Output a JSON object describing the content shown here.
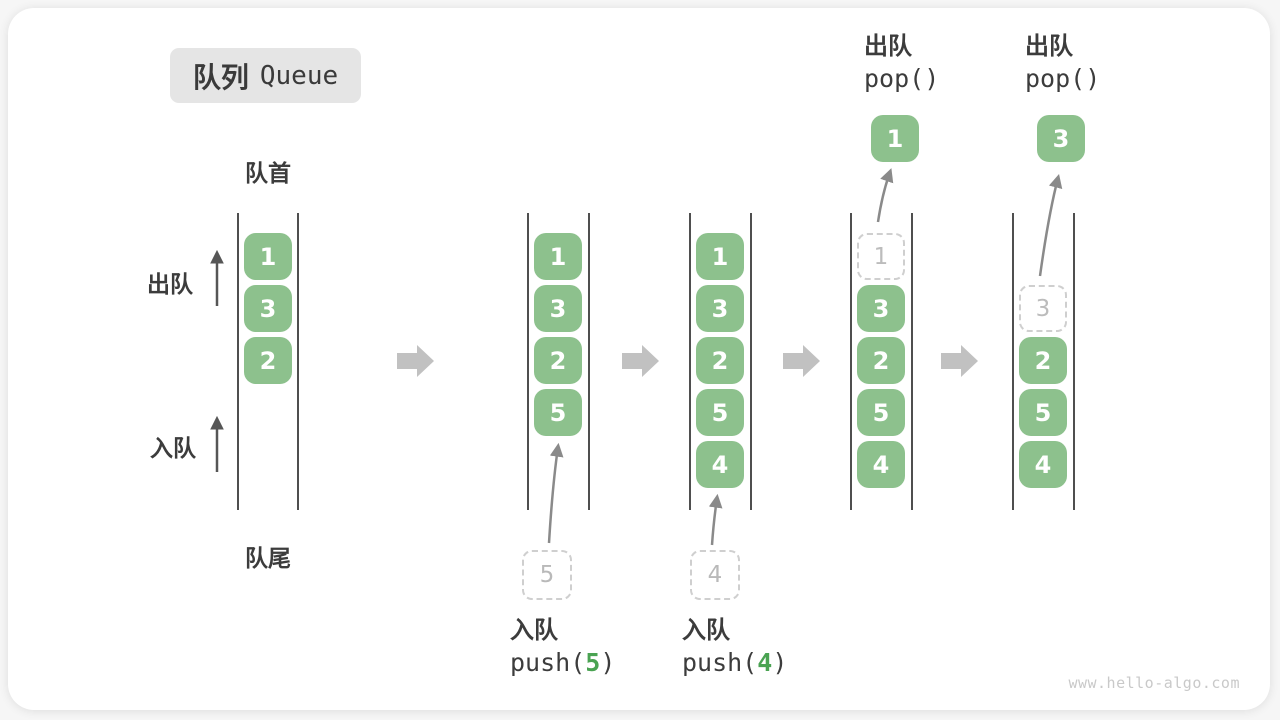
{
  "title": {
    "zh": "队列",
    "en": "Queue"
  },
  "labels": {
    "front": "队首",
    "rear": "队尾",
    "dequeue_side": "出队",
    "enqueue_side": "入队"
  },
  "watermark": "www.hello-algo.com",
  "colors": {
    "item_green": "#8dc18d",
    "code_arg_green": "#4aa352",
    "title_bg": "#e5e5e5",
    "text_dark": "#3c3c3c",
    "guide_line": "#4f4f4f",
    "block_arrow": "#c1c1c1",
    "ghost_border": "#cfcfcf",
    "ghost_text": "#b9b9b9",
    "flow_arrow": "#8a8a8a",
    "watermark": "#c9c9c9"
  },
  "diagram": {
    "states": [
      {
        "boxes": [
          {
            "value": "1"
          },
          {
            "value": "3"
          },
          {
            "value": "2"
          }
        ]
      },
      {
        "boxes": [
          {
            "value": "1"
          },
          {
            "value": "3"
          },
          {
            "value": "2"
          },
          {
            "value": "5"
          }
        ],
        "pending": {
          "value": "5"
        },
        "op": {
          "label": "入队",
          "fn": "push(",
          "arg": "5",
          "close": ")"
        }
      },
      {
        "boxes": [
          {
            "value": "1"
          },
          {
            "value": "3"
          },
          {
            "value": "2"
          },
          {
            "value": "5"
          },
          {
            "value": "4"
          }
        ],
        "pending": {
          "value": "4"
        },
        "op": {
          "label": "入队",
          "fn": "push(",
          "arg": "4",
          "close": ")"
        }
      },
      {
        "ghost": {
          "value": "1"
        },
        "boxes": [
          {
            "value": "3"
          },
          {
            "value": "2"
          },
          {
            "value": "5"
          },
          {
            "value": "4"
          }
        ],
        "popped": {
          "value": "1"
        },
        "op": {
          "label": "出队",
          "fn": "pop()",
          "arg": "",
          "close": ""
        }
      },
      {
        "ghost": {
          "value": "3"
        },
        "boxes": [
          {
            "value": "2"
          },
          {
            "value": "5"
          },
          {
            "value": "4"
          }
        ],
        "popped": {
          "value": "3"
        },
        "op": {
          "label": "出队",
          "fn": "pop()",
          "arg": "",
          "close": ""
        }
      }
    ]
  }
}
